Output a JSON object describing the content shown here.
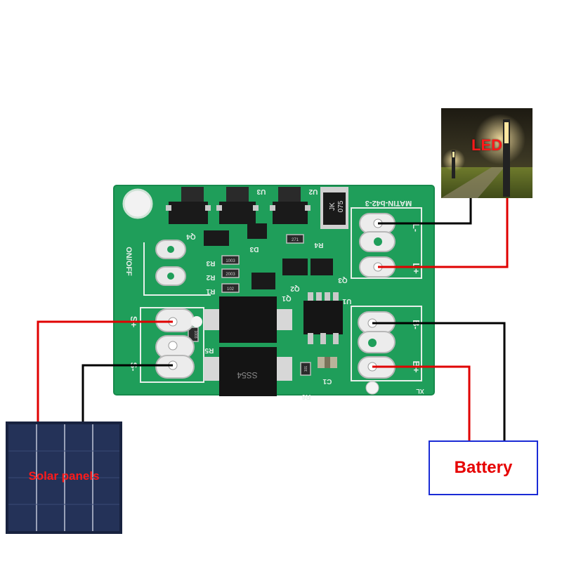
{
  "labels": {
    "led": "LED",
    "solar": "Solar panels",
    "battery": "Battery"
  },
  "board": {
    "model": "MATIN-b42-3",
    "switch_label": "ON/OFF",
    "pad_labels": {
      "solar_plus": "S+",
      "solar_minus": "S-",
      "led_minus": "L-",
      "led_plus": "L+",
      "battery_minus": "B-",
      "battery_plus": "B+"
    },
    "component_labels": {
      "u3": "U3",
      "u2": "U2",
      "u1": "U1",
      "q4": "Q4",
      "q3": "Q3",
      "q2": "Q2",
      "q1": "Q1",
      "d3": "D3",
      "r1": "R1",
      "r2": "R2",
      "r3": "R3",
      "r4": "R4",
      "r5": "R5",
      "r6": "R6",
      "c1": "C1",
      "xl": "XL"
    },
    "chip_markings": {
      "jk": "JK",
      "jk_code": "075",
      "diode": "SS54",
      "res_a": "1003",
      "res_b": "2003",
      "res_c": "102",
      "res_d": "271",
      "res_e": "1003",
      "res_f": "101"
    }
  },
  "colors": {
    "wire_positive": "#e00000",
    "wire_negative": "#000000",
    "pcb": "#1f9e5a",
    "pcb_dark": "#15854a",
    "silkscreen": "#e6efe9",
    "battery_border": "#1a2bd6",
    "label_red": "#ff1a1a"
  }
}
